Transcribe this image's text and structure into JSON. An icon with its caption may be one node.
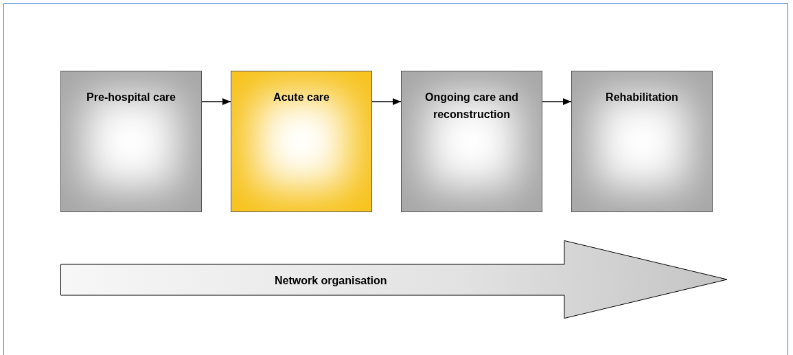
{
  "diagram": {
    "nodes": [
      {
        "text": [
          "Pre-hospital care"
        ]
      },
      {
        "text": [
          "Acute care"
        ]
      },
      {
        "text": [
          "Ongoing care and reconstruction"
        ]
      },
      {
        "text": [
          "Rehabilitation"
        ]
      },
      {
        "text": [
          "Network organisation"
        ]
      }
    ],
    "edges": [
      {
        "from": 0,
        "to": 1,
        "arrow": "to"
      },
      {
        "from": 1,
        "to": 2,
        "arrow": "to"
      },
      {
        "from": 2,
        "to": 3,
        "arrow": "to"
      }
    ]
  }
}
